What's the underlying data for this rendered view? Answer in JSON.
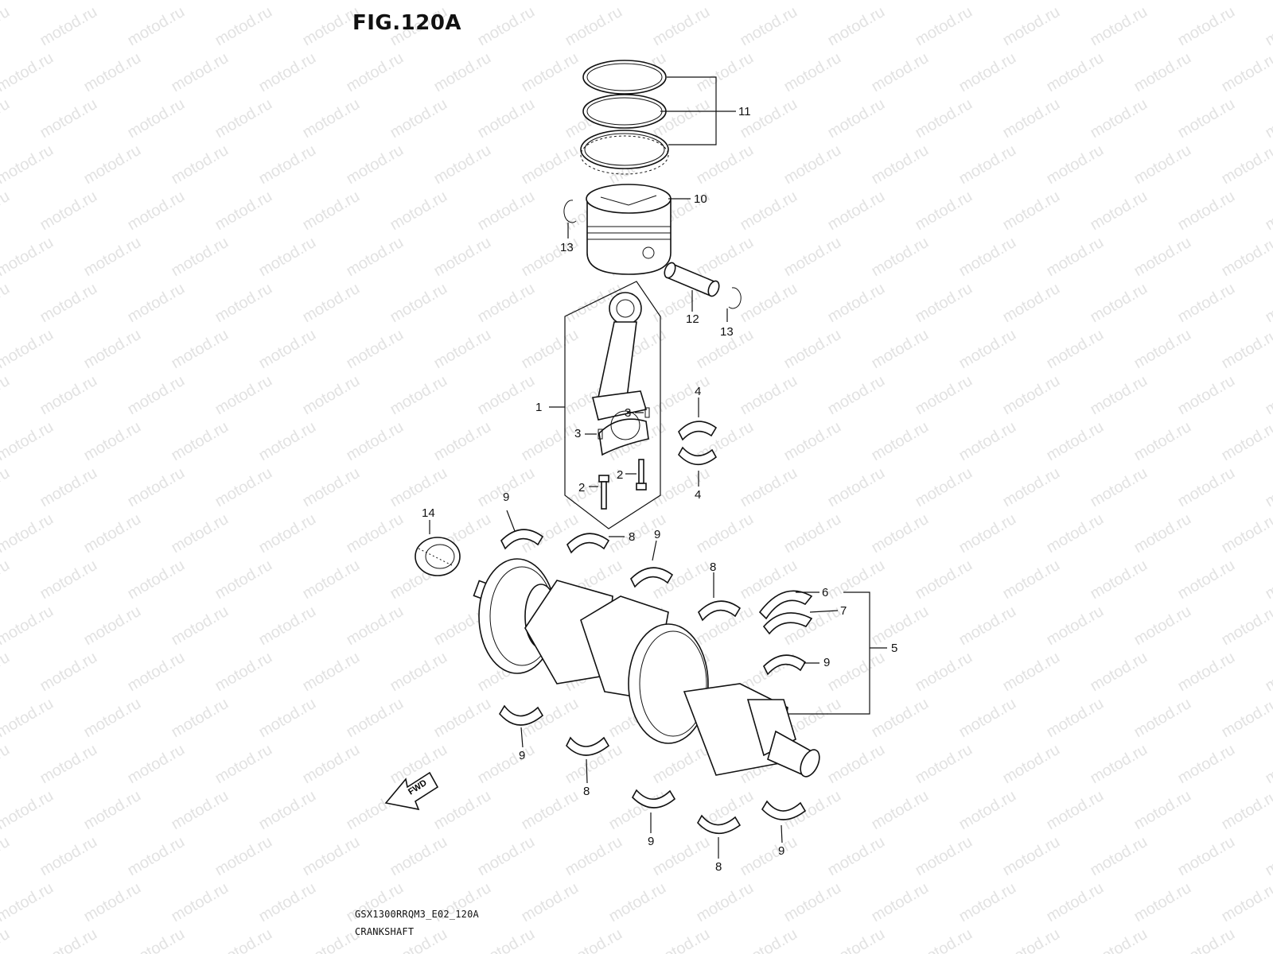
{
  "figure": {
    "title": "FIG.120A",
    "drawing_code": "GSX1300RRQM3_E02_120A",
    "caption": "CRANKSHAFT",
    "watermark": "motod.ru"
  },
  "callouts": [
    {
      "id": "c1",
      "label": "1"
    },
    {
      "id": "c2a",
      "label": "2"
    },
    {
      "id": "c2b",
      "label": "2"
    },
    {
      "id": "c3a",
      "label": "3"
    },
    {
      "id": "c3b",
      "label": "3"
    },
    {
      "id": "c4a",
      "label": "4"
    },
    {
      "id": "c4b",
      "label": "4"
    },
    {
      "id": "c5",
      "label": "5"
    },
    {
      "id": "c6",
      "label": "6"
    },
    {
      "id": "c7",
      "label": "7"
    },
    {
      "id": "c8a",
      "label": "8"
    },
    {
      "id": "c8b",
      "label": "8"
    },
    {
      "id": "c8c",
      "label": "8"
    },
    {
      "id": "c8d",
      "label": "8"
    },
    {
      "id": "c9a",
      "label": "9"
    },
    {
      "id": "c9b",
      "label": "9"
    },
    {
      "id": "c9c",
      "label": "9"
    },
    {
      "id": "c9d",
      "label": "9"
    },
    {
      "id": "c9e",
      "label": "9"
    },
    {
      "id": "c9f",
      "label": "9"
    },
    {
      "id": "c10",
      "label": "10"
    },
    {
      "id": "c11",
      "label": "11"
    },
    {
      "id": "c12",
      "label": "12"
    },
    {
      "id": "c13a",
      "label": "13"
    },
    {
      "id": "c13b",
      "label": "13"
    },
    {
      "id": "c14",
      "label": "14"
    }
  ],
  "fwd_arrow": {
    "label": "FWD"
  },
  "colors": {
    "line": "#111111",
    "watermark": "#e2e2e2",
    "background": "#ffffff"
  }
}
